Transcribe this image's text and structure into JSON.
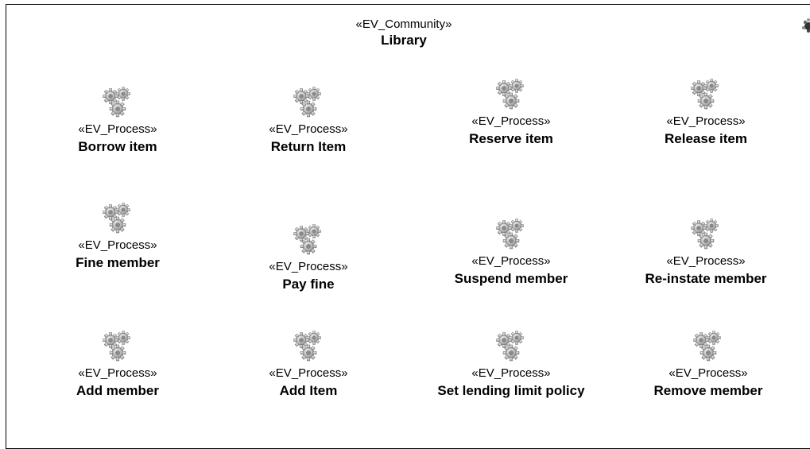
{
  "community": {
    "stereotype": "«EV_Community»",
    "name": "Library"
  },
  "processes": [
    {
      "stereotype": "«EV_Process»",
      "name": "Borrow item"
    },
    {
      "stereotype": "«EV_Process»",
      "name": "Return Item"
    },
    {
      "stereotype": "«EV_Process»",
      "name": "Reserve item"
    },
    {
      "stereotype": "«EV_Process»",
      "name": "Release item"
    },
    {
      "stereotype": "«EV_Process»",
      "name": "Fine member"
    },
    {
      "stereotype": "«EV_Process»",
      "name": "Pay fine"
    },
    {
      "stereotype": "«EV_Process»",
      "name": "Suspend member"
    },
    {
      "stereotype": "«EV_Process»",
      "name": "Re-instate member"
    },
    {
      "stereotype": "«EV_Process»",
      "name": "Add member"
    },
    {
      "stereotype": "«EV_Process»",
      "name": "Add Item"
    },
    {
      "stereotype": "«EV_Process»",
      "name": "Set lending limit policy"
    },
    {
      "stereotype": "«EV_Process»",
      "name": "Remove member"
    }
  ]
}
